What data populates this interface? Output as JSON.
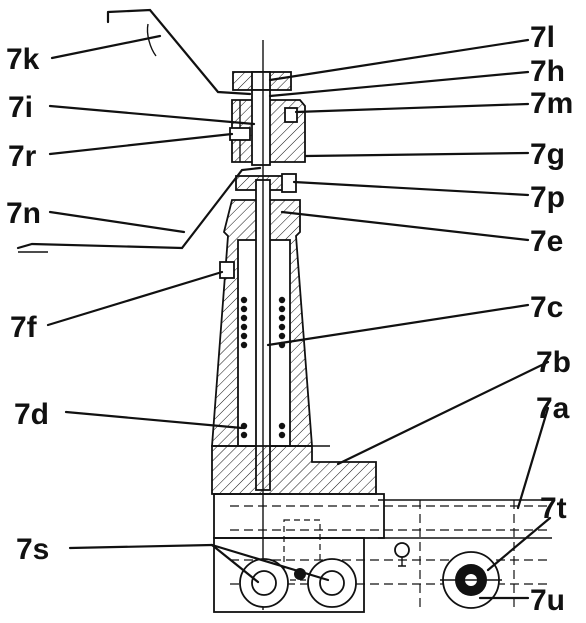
{
  "labels": {
    "k": "7k",
    "l": "7l",
    "h": "7h",
    "i": "7i",
    "m": "7m",
    "r": "7r",
    "g": "7g",
    "p": "7p",
    "n": "7n",
    "e": "7e",
    "f": "7f",
    "c": "7c",
    "b": "7b",
    "d": "7d",
    "a": "7a",
    "t": "7t",
    "s": "7s",
    "u": "7u"
  }
}
